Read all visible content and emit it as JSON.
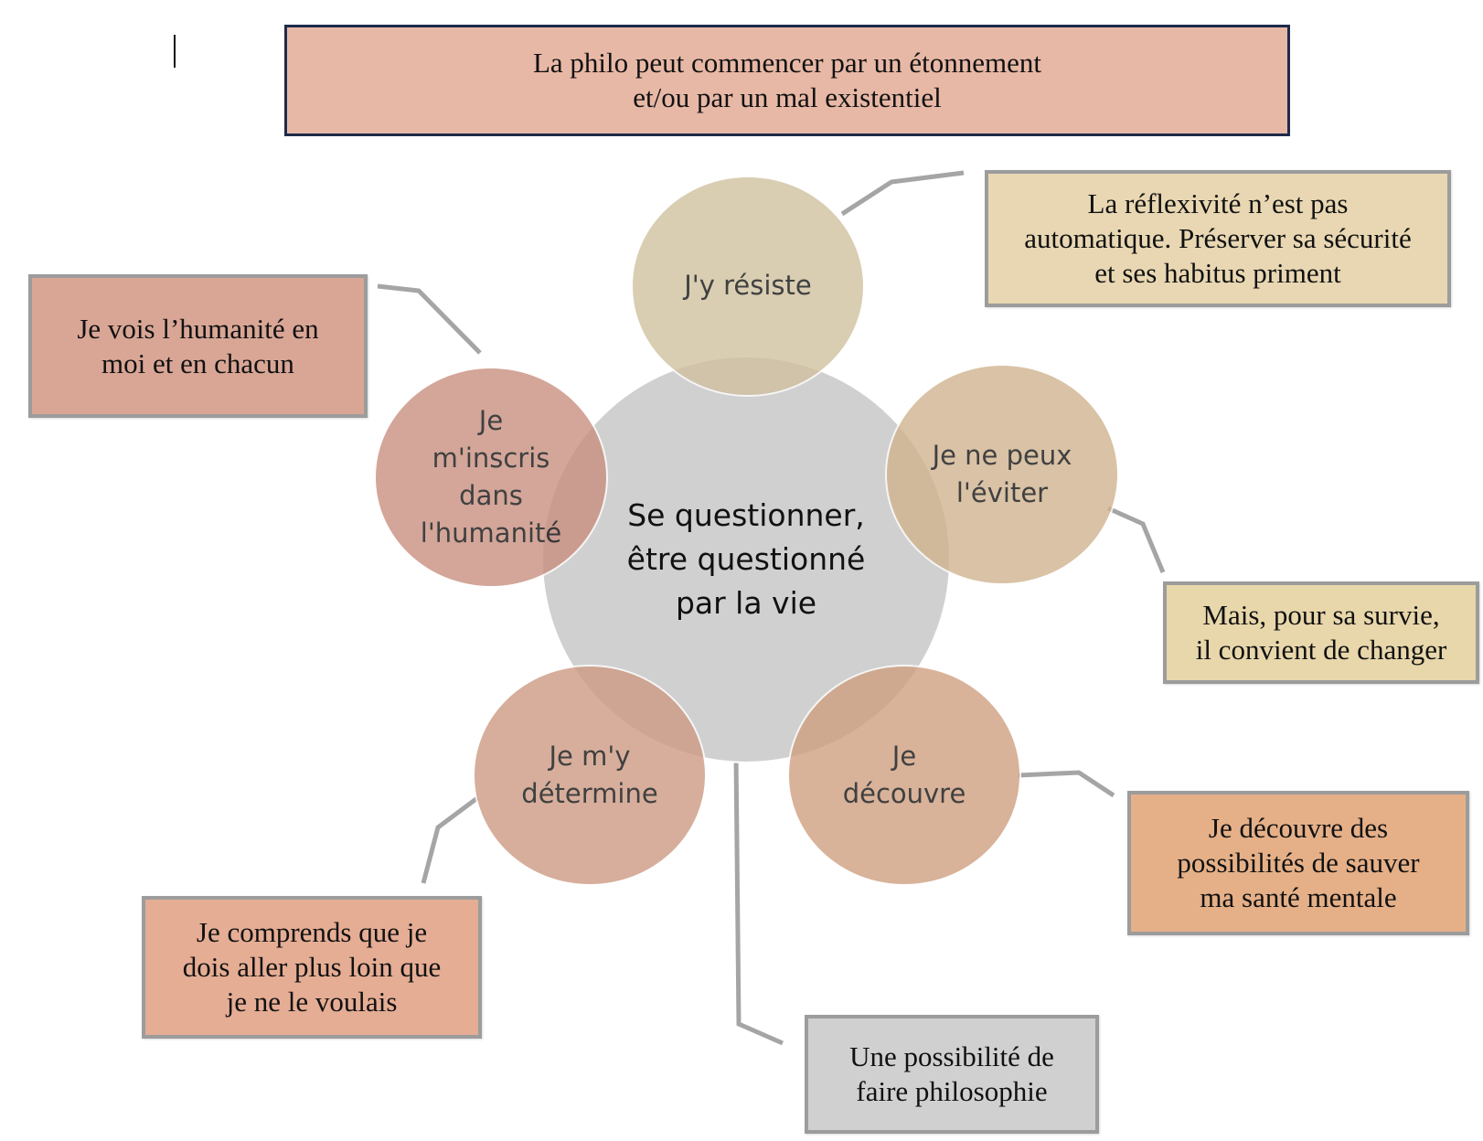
{
  "header": {
    "text": "La philo peut commencer par un étonnement\net/ou par un mal existentiel",
    "fill": "#e8b8a6",
    "border": "#1d2a4a"
  },
  "center": {
    "text": "Se questionner,\nêtre questionné\npar la vie",
    "fill": "#d0d0d0"
  },
  "nodes": [
    {
      "id": "resiste",
      "text": "J'y résiste",
      "fill": "#d0c1a0"
    },
    {
      "id": "eviter",
      "text": "Je ne peux\nl'éviter",
      "fill": "#d0b48f"
    },
    {
      "id": "decouvre",
      "text": "Je\ndécouvre",
      "fill": "#cfa080"
    },
    {
      "id": "determine",
      "text": "Je m'y\ndétermine",
      "fill": "#cd9b83"
    },
    {
      "id": "inscris",
      "text": "Je\nm'inscris\ndans\nl'humanité",
      "fill": "#c99080"
    }
  ],
  "notes": [
    {
      "id": "reflexivite",
      "text": "La réflexivité n’est pas\nautomatique. Préserver sa sécurité\net ses habitus priment",
      "fill": "#e8d7b2"
    },
    {
      "id": "survie",
      "text": "Mais, pour sa survie,\nil convient de changer",
      "fill": "#e8d7ab"
    },
    {
      "id": "sante",
      "text": "Je découvre des\npossibilités de sauver\nma santé mentale",
      "fill": "#e5b088"
    },
    {
      "id": "comprends",
      "text": "Je comprends que je\ndois aller plus loin que\nje ne le voulais",
      "fill": "#e5ad94"
    },
    {
      "id": "humanite",
      "text": "Je vois l’humanité en\nmoi et en chacun",
      "fill": "#d9a696"
    },
    {
      "id": "philosophie",
      "text": "Une possibilité de\nfaire philosophie",
      "fill": "#d0d0d0"
    }
  ],
  "colors": {
    "connector": "#a5a5a5",
    "box_border": "#9c9c9c"
  }
}
